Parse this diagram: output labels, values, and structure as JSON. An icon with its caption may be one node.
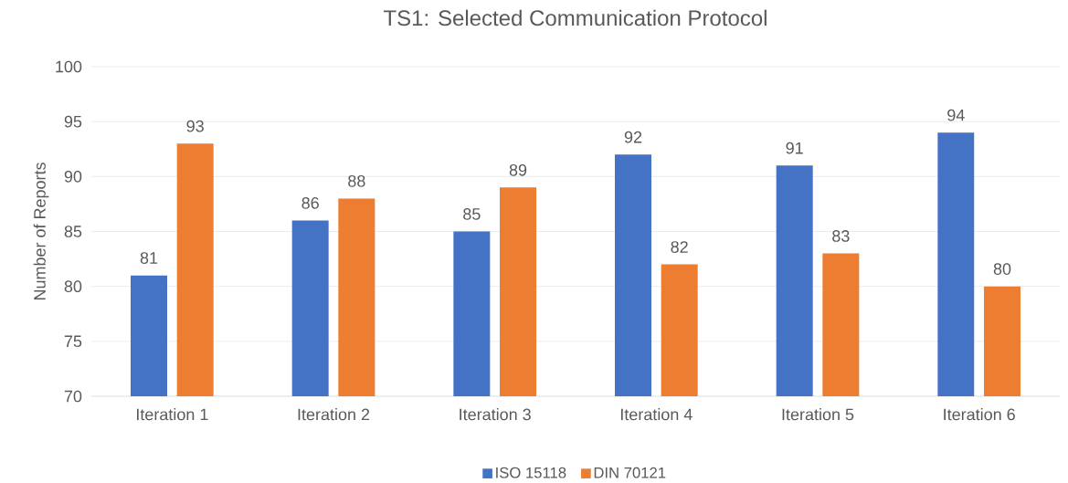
{
  "diagram": {
    "chart_data": {
      "type": "bar",
      "title": "TS1: Selected Communication Protocol",
      "ylabel": "Number of Reports",
      "categories": [
        "Iteration 1",
        "Iteration 2",
        "Iteration 3",
        "Iteration 4",
        "Iteration 5",
        "Iteration 6"
      ],
      "series": [
        {
          "name": "ISO 15118",
          "color": "#4472c4",
          "values": [
            81,
            86,
            85,
            92,
            91,
            94
          ]
        },
        {
          "name": "DIN 70121",
          "color": "#ed7d31",
          "values": [
            93,
            88,
            89,
            82,
            83,
            80
          ]
        }
      ],
      "ylim": [
        70,
        100
      ],
      "yticks": [
        70,
        75,
        80,
        85,
        90,
        95,
        100
      ],
      "data_labels": true,
      "grid": "major",
      "legend": "bottom"
    }
  }
}
